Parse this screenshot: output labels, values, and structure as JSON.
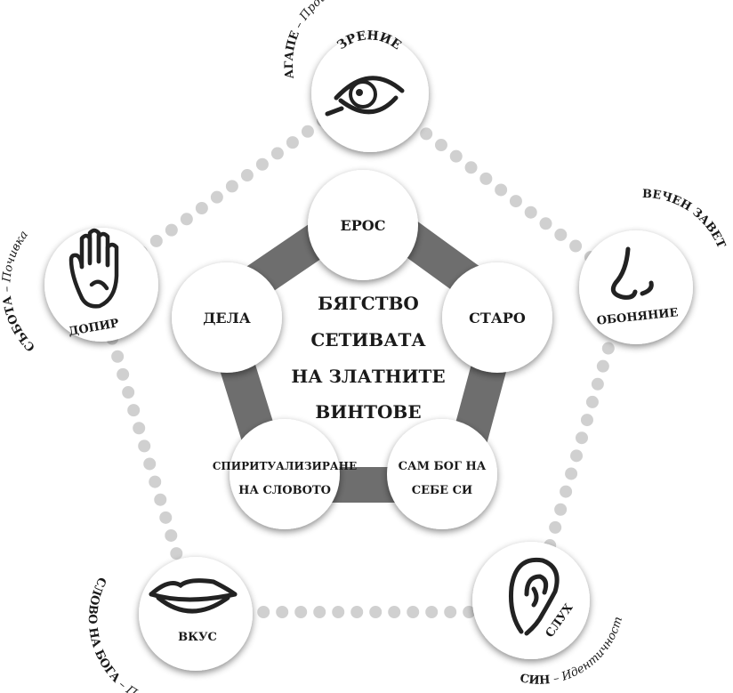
{
  "center": {
    "lines": [
      "БЯГСТВО",
      "СЕТИВАТА",
      "НА ЗЛАТНИТЕ",
      "ВИНТОВЕ"
    ]
  },
  "inner": {
    "top": "ЕРОС",
    "left": "ДЕЛА",
    "right": "СТАРО",
    "bottom_left": [
      "СПИРИТУАЛИЗИРАНЕ",
      "НА СЛОВОТО"
    ],
    "bottom_right": [
      "САМ БОГ НА",
      "СЕБЕ СИ"
    ]
  },
  "senses": {
    "top": {
      "label": "ЗРЕНИЕ",
      "icon": "eye-icon"
    },
    "right": {
      "label": "ОБОНЯНИЕ",
      "icon": "nose-icon"
    },
    "left": {
      "label": "ДОПИР",
      "icon": "hand-icon"
    },
    "bottom_left": {
      "label": "ВКУС",
      "icon": "lips-icon"
    },
    "bottom_right": {
      "label": "СЛУХ",
      "icon": "ear-icon"
    }
  },
  "outer": {
    "top": {
      "bold": "АГАПЕ",
      "sep": " – ",
      "rest": "Прощение/Милост"
    },
    "right": {
      "bold": "ВЕЧЕН ЗАВЕТ",
      "sep": "",
      "rest": ""
    },
    "left": {
      "bold": "СЪБОТА",
      "sep": " – ",
      "rest": "Почивка"
    },
    "bottom_left": {
      "bold": "СЛОВО НА БОГА",
      "sep": " – ",
      "rest": "Послушание"
    },
    "bottom_right": {
      "bold": "СИН",
      "sep": " – ",
      "rest": "Идентичност"
    }
  }
}
